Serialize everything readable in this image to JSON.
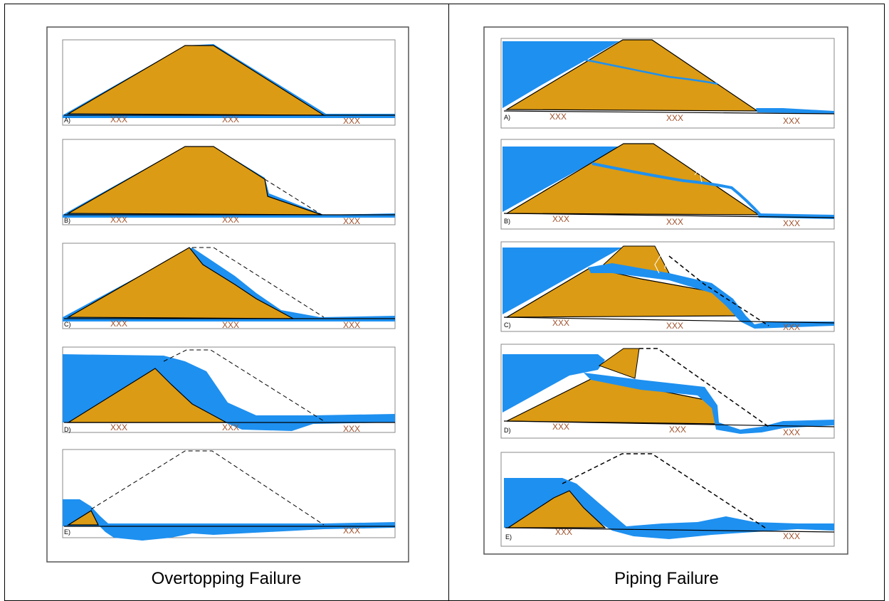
{
  "colors": {
    "water": "#1e90f0",
    "soil": "#dc9b14",
    "ground_mark": "#a0522d",
    "outline": "#000000",
    "frame": "#555555"
  },
  "left_column": {
    "caption": "Overtopping Failure",
    "stage_labels": [
      "A)",
      "B)",
      "C)",
      "D)",
      "E)"
    ]
  },
  "right_column": {
    "caption": "Piping Failure",
    "stage_labels": [
      "A)",
      "B)",
      "C)",
      "D)",
      "E)"
    ]
  },
  "ground_marks": "XXX"
}
